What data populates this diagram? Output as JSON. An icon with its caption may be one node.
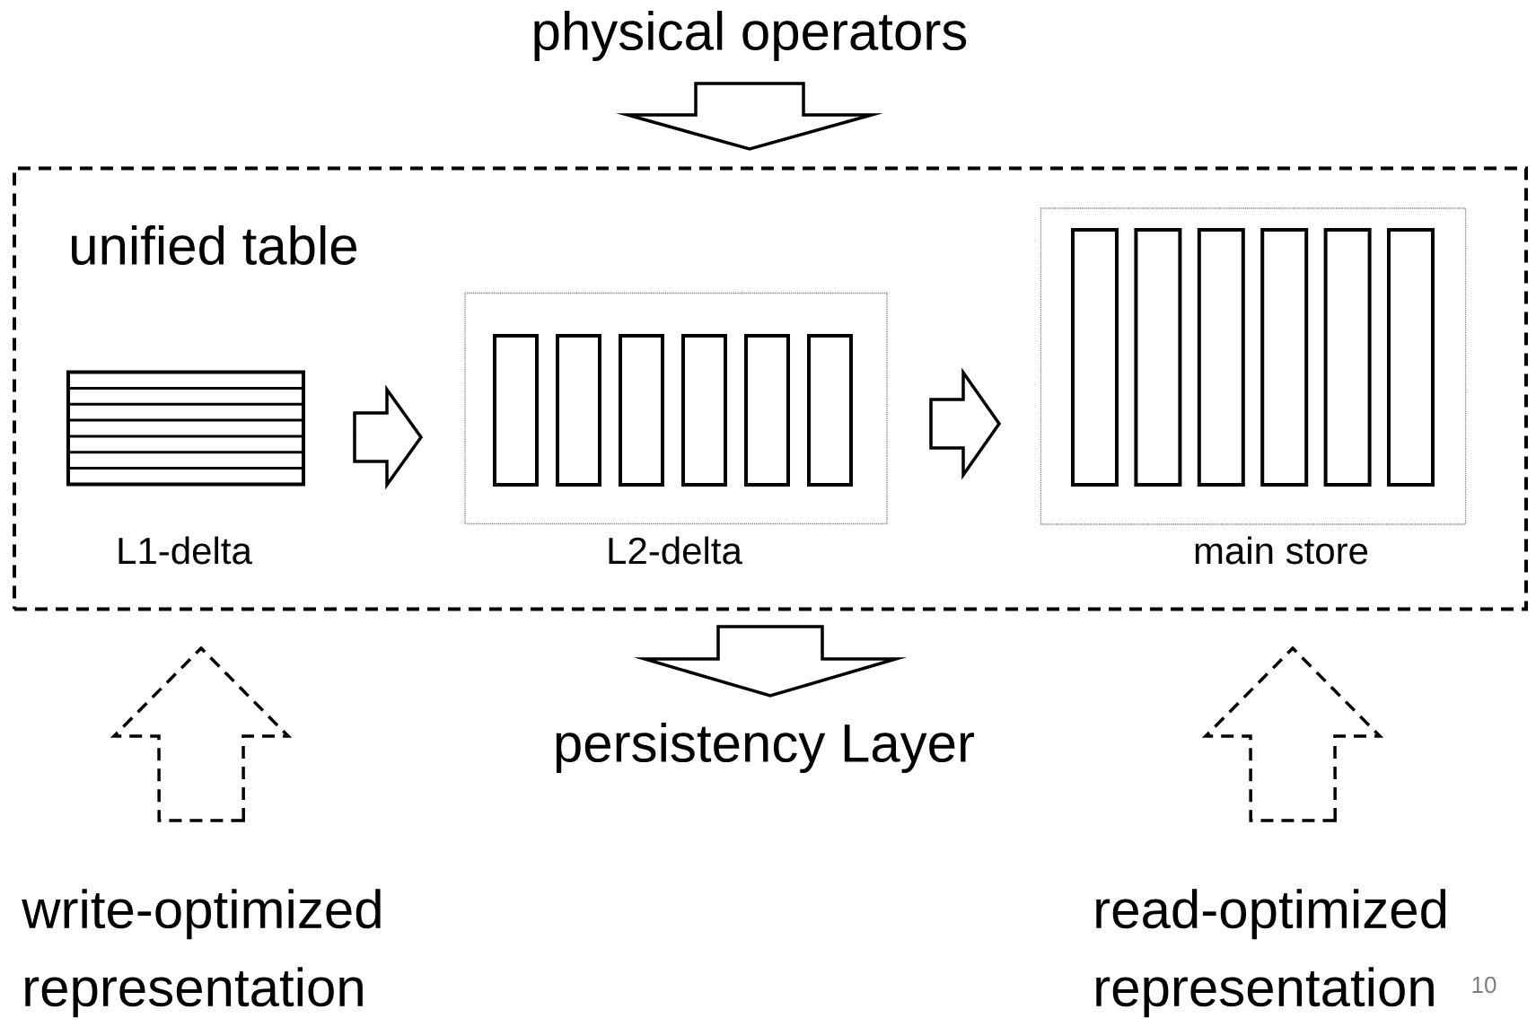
{
  "diagram": {
    "nodes": [
      {
        "text": [
          "physical operators"
        ]
      },
      {
        "text": [
          "unified table"
        ]
      },
      {
        "text": [
          "L1-delta"
        ],
        "in": 1
      },
      {
        "text": [
          "L2-delta"
        ],
        "in": 1
      },
      {
        "text": [
          "main store"
        ],
        "in": 1
      },
      {
        "text": [
          "persistency Layer"
        ]
      },
      {
        "text": [
          "write-optimized representation"
        ]
      },
      {
        "text": [
          "read-optimized representation"
        ]
      }
    ],
    "edges": [
      {
        "from": 0,
        "to": 1,
        "arrow": "to"
      },
      {
        "from": 2,
        "to": 3,
        "arrow": "to"
      },
      {
        "from": 3,
        "to": 4,
        "arrow": "to"
      },
      {
        "from": 1,
        "to": 5,
        "arrow": "to"
      },
      {
        "from": 6,
        "to": 2,
        "arrow": "to",
        "style": "dashed"
      },
      {
        "from": 7,
        "to": 4,
        "arrow": "to",
        "style": "dashed"
      }
    ],
    "labels": [
      "10"
    ]
  }
}
